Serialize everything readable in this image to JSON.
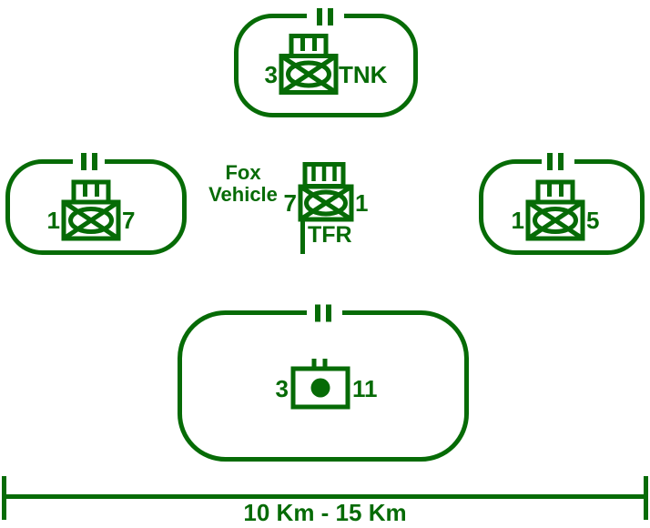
{
  "colors": {
    "ink": "#066b06",
    "background": "#ffffff"
  },
  "units": {
    "top": {
      "echelon": "II",
      "left_label": "3",
      "right_label": "TNK",
      "symbol": "mechanized-infantry-vehicle-icon"
    },
    "left": {
      "echelon": "II",
      "left_label": "1",
      "right_label": "7",
      "symbol": "mechanized-infantry-vehicle-icon"
    },
    "right": {
      "echelon": "II",
      "left_label": "1",
      "right_label": "5",
      "symbol": "mechanized-infantry-vehicle-icon"
    },
    "bottom": {
      "echelon": "II",
      "left_label": "3",
      "right_label": "11",
      "symbol": "artillery-icon"
    },
    "fox": {
      "caption_line1": "Fox",
      "caption_line2": "Vehicle",
      "left_label": "7",
      "right_label": "1",
      "designation": "TFR",
      "symbol": "mechanized-infantry-vehicle-icon-with-staff"
    }
  },
  "scale_bar": {
    "label": "10 Km - 15 Km"
  }
}
